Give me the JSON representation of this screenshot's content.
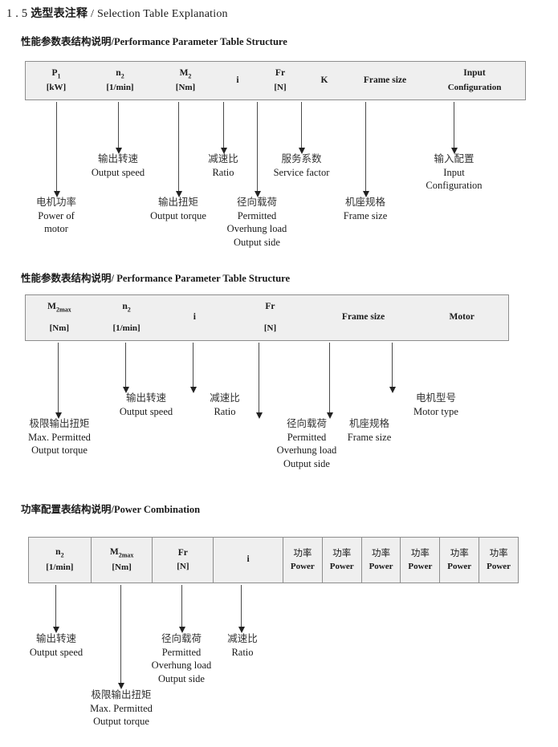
{
  "doc": {
    "title_num": "1 . 5",
    "title_cn": "选型表注释",
    "title_sep": "/",
    "title_en": "Selection Table Explanation"
  },
  "sections": [
    {
      "heading_cn": "性能参数表结构说明",
      "heading_sep": "/",
      "heading_en": "Performance Parameter Table Structure",
      "table": {
        "columns": [
          {
            "line1": "P",
            "sub1": "1",
            "line2": "[kW]"
          },
          {
            "line1": "n",
            "sub1": "2",
            "line2": "[1/min]"
          },
          {
            "line1": "M",
            "sub1": "2",
            "line2": "[Nm]"
          },
          {
            "line1": "i",
            "sub1": "",
            "line2": ""
          },
          {
            "line1": "Fr",
            "sub1": "",
            "line2": "[N]"
          },
          {
            "line1": "K",
            "sub1": "",
            "line2": ""
          },
          {
            "line1": "Frame size",
            "sub1": "",
            "line2": ""
          },
          {
            "line1": "Input",
            "sub1": "",
            "line2": "Configuration"
          }
        ]
      },
      "annotations": [
        {
          "cn": "电机功率",
          "en": [
            "Power of",
            "motor"
          ]
        },
        {
          "cn": "输出转速",
          "en": [
            "Output speed"
          ]
        },
        {
          "cn": "输出扭矩",
          "en": [
            "Output torque"
          ]
        },
        {
          "cn": "减速比",
          "en": [
            "Ratio"
          ]
        },
        {
          "cn": "径向载荷",
          "en": [
            "Permitted",
            "Overhung load",
            "Output side"
          ]
        },
        {
          "cn": "服务系数",
          "en": [
            "Service factor"
          ]
        },
        {
          "cn": "机座规格",
          "en": [
            "Frame size"
          ]
        },
        {
          "cn": "输入配置",
          "en": [
            "Input",
            "Configuration"
          ]
        }
      ]
    },
    {
      "heading_cn": "性能参数表结构说明",
      "heading_sep": "/",
      "heading_en": "Performance Parameter Table Structure",
      "table": {
        "columns": [
          {
            "line1": "M",
            "sub1": "2max",
            "line2": "[Nm]"
          },
          {
            "line1": "n",
            "sub1": "2",
            "line2": "[1/min]"
          },
          {
            "line1": "i",
            "sub1": "",
            "line2": ""
          },
          {
            "line1": "Fr",
            "sub1": "",
            "line2": "[N]"
          },
          {
            "line1": "Frame size",
            "sub1": "",
            "line2": ""
          },
          {
            "line1": "Motor",
            "sub1": "",
            "line2": ""
          }
        ]
      },
      "annotations": [
        {
          "cn": "极限输出扭矩",
          "en": [
            "Max. Permitted",
            "Output  torque"
          ]
        },
        {
          "cn": "输出转速",
          "en": [
            "Output speed"
          ]
        },
        {
          "cn": "减速比",
          "en": [
            "Ratio"
          ]
        },
        {
          "cn": "径向载荷",
          "en": [
            "Permitted",
            "Overhung load",
            "Output side"
          ]
        },
        {
          "cn": "机座规格",
          "en": [
            "Frame size"
          ]
        },
        {
          "cn": "电机型号",
          "en": [
            "Motor type"
          ]
        }
      ]
    },
    {
      "heading_cn": "功率配置表结构说明",
      "heading_sep": "/",
      "heading_en": "Power Combination",
      "table": {
        "columns": [
          {
            "line1": "n",
            "sub1": "2",
            "line2": "[1/min]"
          },
          {
            "line1": "M",
            "sub1": "2max",
            "line2": "[Nm]"
          },
          {
            "line1": "Fr",
            "sub1": "",
            "line2": "[N]"
          },
          {
            "line1": "i",
            "sub1": "",
            "line2": ""
          },
          {
            "cn": "功率",
            "line2": "Power"
          },
          {
            "cn": "功率",
            "line2": "Power"
          },
          {
            "cn": "功率",
            "line2": "Power"
          },
          {
            "cn": "功率",
            "line2": "Power"
          },
          {
            "cn": "功率",
            "line2": "Power"
          },
          {
            "cn": "功率",
            "line2": "Power"
          }
        ]
      },
      "annotations": [
        {
          "cn": "输出转速",
          "en": [
            "Output speed"
          ]
        },
        {
          "cn": "极限输出扭矩",
          "en": [
            "Max. Permitted",
            "Output  torque"
          ]
        },
        {
          "cn": "径向载荷",
          "en": [
            "Permitted",
            "Overhung load",
            "Output side"
          ]
        },
        {
          "cn": "减速比",
          "en": [
            "Ratio"
          ]
        }
      ]
    }
  ]
}
